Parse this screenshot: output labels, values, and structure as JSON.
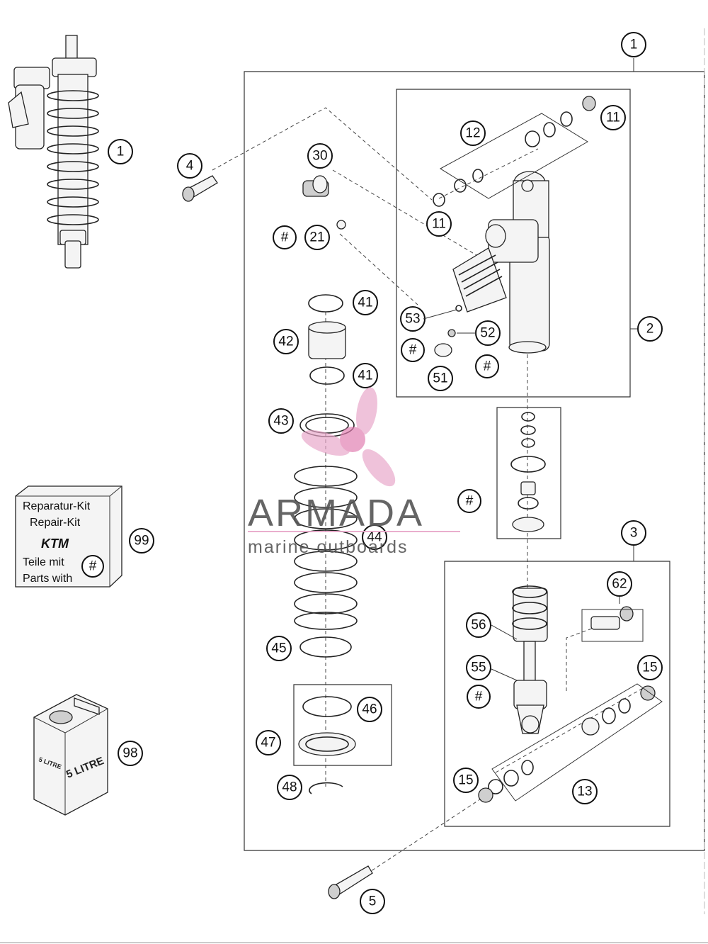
{
  "diagram": {
    "callouts": [
      {
        "id": "c1a",
        "label": "1"
      },
      {
        "id": "c1b",
        "label": "1"
      },
      {
        "id": "c2",
        "label": "2"
      },
      {
        "id": "c3",
        "label": "3"
      },
      {
        "id": "c4",
        "label": "4"
      },
      {
        "id": "c5",
        "label": "5"
      },
      {
        "id": "c11a",
        "label": "11"
      },
      {
        "id": "c11b",
        "label": "11"
      },
      {
        "id": "c12",
        "label": "12"
      },
      {
        "id": "c13",
        "label": "13"
      },
      {
        "id": "c15a",
        "label": "15"
      },
      {
        "id": "c15b",
        "label": "15"
      },
      {
        "id": "c21",
        "label": "21"
      },
      {
        "id": "c30",
        "label": "30"
      },
      {
        "id": "c41a",
        "label": "41"
      },
      {
        "id": "c41b",
        "label": "41"
      },
      {
        "id": "c42",
        "label": "42"
      },
      {
        "id": "c43",
        "label": "43"
      },
      {
        "id": "c44",
        "label": "44"
      },
      {
        "id": "c45",
        "label": "45"
      },
      {
        "id": "c46",
        "label": "46"
      },
      {
        "id": "c47",
        "label": "47"
      },
      {
        "id": "c48",
        "label": "48"
      },
      {
        "id": "c51",
        "label": "51"
      },
      {
        "id": "c52",
        "label": "52"
      },
      {
        "id": "c53",
        "label": "53"
      },
      {
        "id": "c55",
        "label": "55"
      },
      {
        "id": "c56",
        "label": "56"
      },
      {
        "id": "c62",
        "label": "62"
      },
      {
        "id": "c98",
        "label": "98"
      },
      {
        "id": "c99",
        "label": "99"
      },
      {
        "id": "h1",
        "label": "#"
      },
      {
        "id": "h2",
        "label": "#"
      },
      {
        "id": "h3",
        "label": "#"
      },
      {
        "id": "h4",
        "label": "#"
      },
      {
        "id": "h5",
        "label": "#"
      },
      {
        "id": "h6",
        "label": "#"
      }
    ],
    "repair_kit": {
      "line1": "Reparatur-Kit",
      "line2": "Repair-Kit",
      "brand": "KTM",
      "line3": "Teile mit",
      "line4": "Parts with",
      "marker": "#"
    },
    "canister": {
      "front": "5 LITRE",
      "side": "5 LITRE"
    },
    "watermark": {
      "brand": "ARMADA",
      "tagline": "marine outboards",
      "accent_color": "#e8a6c8"
    }
  }
}
